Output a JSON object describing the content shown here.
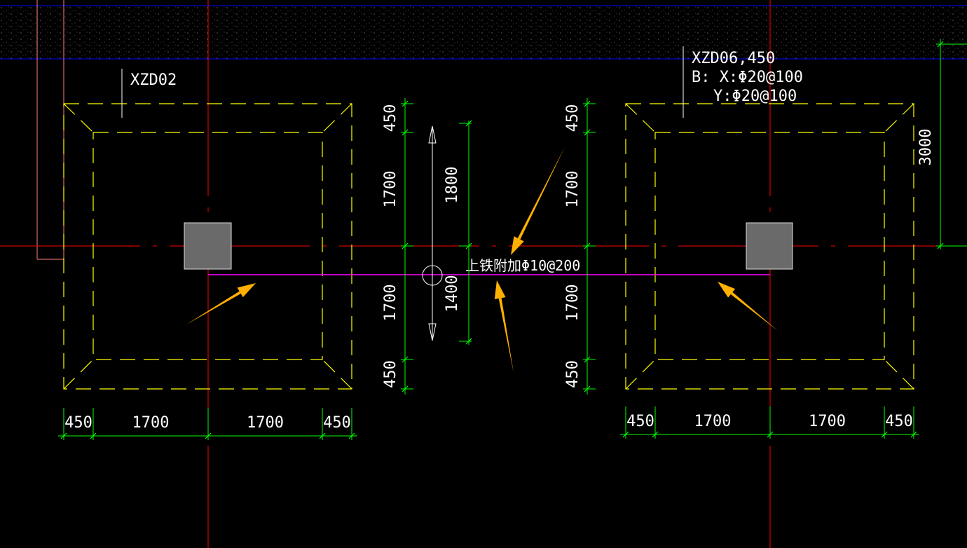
{
  "footing_left": {
    "label": "XZD02"
  },
  "footing_right": {
    "label": "XZD06,450",
    "rebar_b_x": "B: X:Φ20@100",
    "rebar_b_y": "Y:Φ20@100"
  },
  "beam": {
    "annotation": "上铁附加Φ10@200"
  },
  "dims": {
    "left_bottom": [
      "450",
      "1700",
      "1700",
      "450"
    ],
    "right_bottom": [
      "450",
      "1700",
      "1700",
      "450"
    ],
    "left_vertical": [
      "450",
      "1700",
      "1700",
      "450"
    ],
    "right_vertical": [
      "450",
      "1700",
      "1700",
      "450"
    ],
    "beam_span_top": "1800",
    "beam_span_bottom": "1400",
    "right_edge": "3000"
  },
  "colors": {
    "background": "#000000",
    "axis_red": "#ff0000",
    "footing_yellow": "#ffff00",
    "dim_green": "#00ff00",
    "beam_magenta": "#ff00ff",
    "grid_blue": "#0000ff",
    "arrow_orange": "#ffb000",
    "column_gray": "#6a6a6a"
  }
}
